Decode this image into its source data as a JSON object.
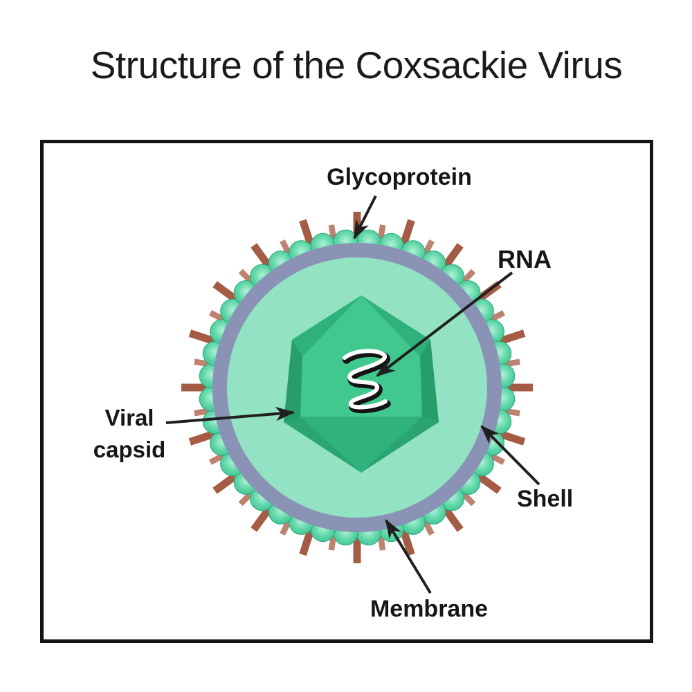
{
  "title": "Structure of the Coxsackie Virus",
  "labels": {
    "glycoprotein": "Glycoprotein",
    "rna": "RNA",
    "viral_capsid_line1": "Viral",
    "viral_capsid_line2": "capsid",
    "shell": "Shell",
    "membrane": "Membrane"
  },
  "colors": {
    "background": "#ffffff",
    "frame_border": "#141414",
    "text": "#161616",
    "arrow": "#1f1f1f",
    "membrane_ring": "#8a93b6",
    "shell_fill": "#92e2c3",
    "bump_highlight": "#aef2d6",
    "bump_mid": "#5fd6a7",
    "bump_edge": "#3cc092",
    "bump_outline": "#2ea87d",
    "spike_long": "#a55c44",
    "spike_short": "#bd8270",
    "capsid_silhouette": "#2aa571",
    "capsid_top_facets": "#30b17b",
    "capsid_side_facets": "#279e6a",
    "capsid_center_face": "#41c88f",
    "capsid_bottom_face": "#2fb27c",
    "rna_outline": "#141414",
    "rna_fill": "#ffffff"
  }
}
